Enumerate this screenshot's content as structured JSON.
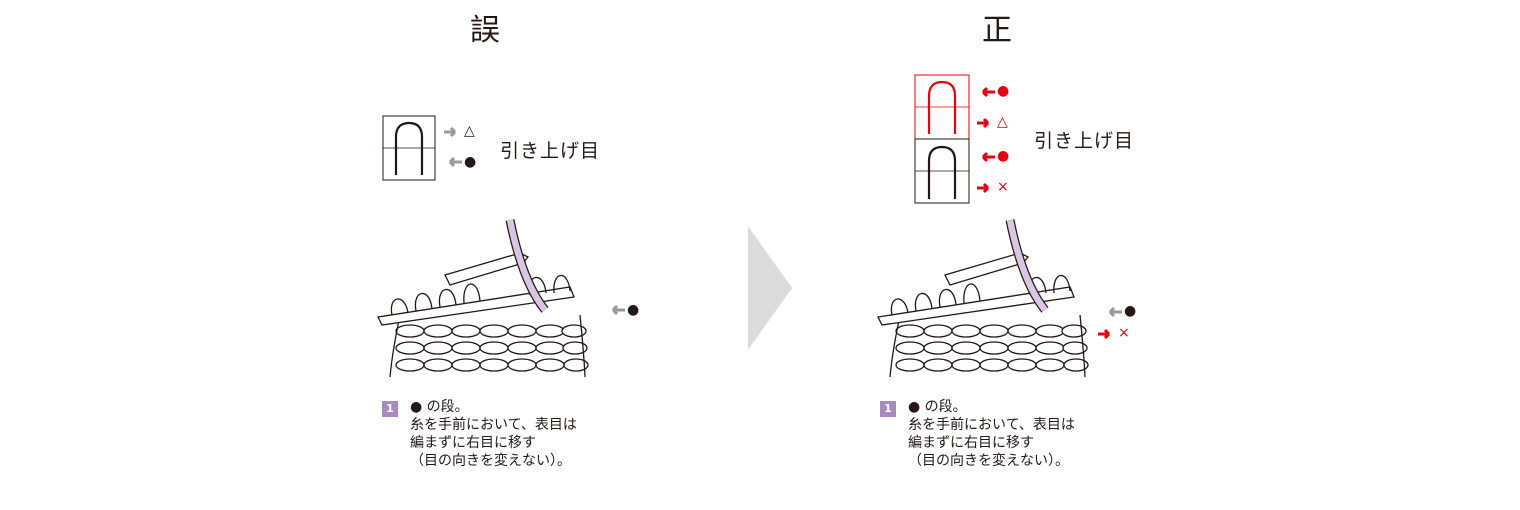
{
  "panels": {
    "wrong": {
      "heading": "誤",
      "symbol_label": "引き上げ目",
      "symbol_markers": [
        "△",
        "●"
      ],
      "illustration_marker": "●",
      "step_number": "1",
      "caption_lines": [
        "● の段。",
        "糸を手前において、表目は",
        "編まずに右目に移す",
        "（目の向きを変えない）。"
      ]
    },
    "correct": {
      "heading": "正",
      "symbol_label": "引き上げ目",
      "symbol_markers": [
        "●",
        "△",
        "●",
        "×"
      ],
      "illustration_markers": [
        "●",
        "×"
      ],
      "step_number": "1",
      "caption_lines": [
        "● の段。",
        "糸を手前において、表目は",
        "編まずに右目に移す",
        "（目の向きを変えない）。"
      ]
    }
  },
  "colors": {
    "ink": "#231815",
    "accent_red": "#e60012",
    "arrow_gray": "#9a9a9a",
    "yarn_purple": "#d8c6e2",
    "step_badge": "#a98ac0",
    "transition_arrow": "#dcdcdc"
  },
  "icons": {
    "transition": "chevron-right-icon",
    "marker_arrow": "arrow-icon"
  }
}
